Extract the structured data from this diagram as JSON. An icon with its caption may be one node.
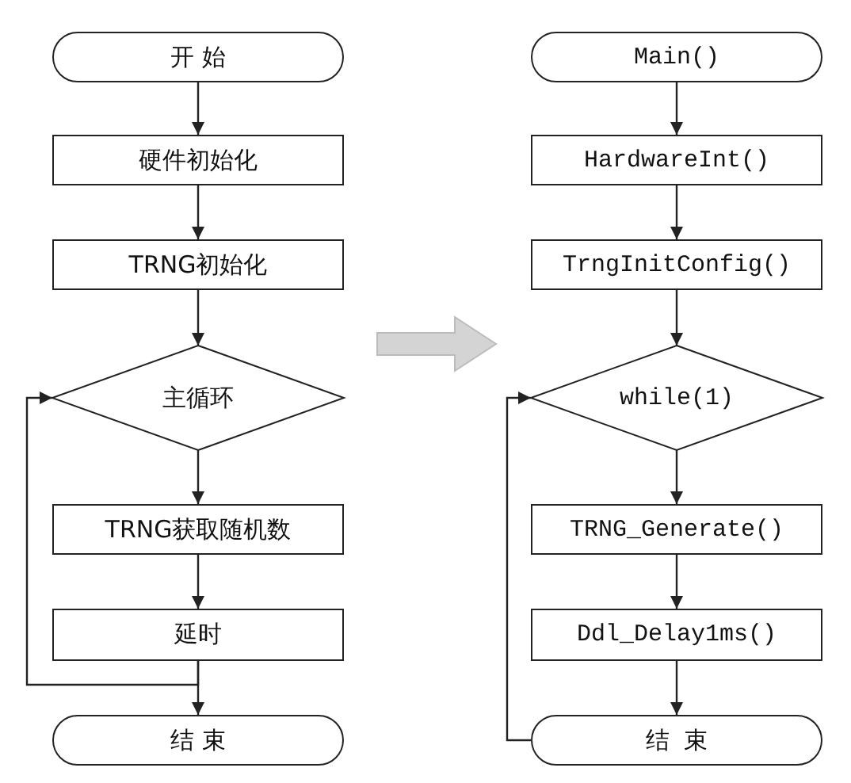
{
  "diagram": {
    "nodes": [
      {
        "text": [
          "开 始"
        ]
      },
      {
        "text": [
          "硬件初始化"
        ]
      },
      {
        "text": [
          "TRNG初始化"
        ]
      },
      {
        "text": [
          "主循环"
        ]
      },
      {
        "text": [
          "TRNG获取随机数"
        ]
      },
      {
        "text": [
          "延时"
        ]
      },
      {
        "text": [
          "结 束"
        ]
      },
      {
        "text": [
          "Main()"
        ]
      },
      {
        "text": [
          "HardwareInt()"
        ]
      },
      {
        "text": [
          "TrngInitConfig()"
        ]
      },
      {
        "text": [
          "while(1)"
        ]
      },
      {
        "text": [
          "TRNG_Generate()"
        ]
      },
      {
        "text": [
          "Ddl_Delay1ms()"
        ]
      },
      {
        "text": [
          "结 束"
        ]
      }
    ],
    "edges": [
      {
        "from": 0,
        "to": 1,
        "arrow": "to"
      },
      {
        "from": 1,
        "to": 2,
        "arrow": "to"
      },
      {
        "from": 2,
        "to": 3,
        "arrow": "to"
      },
      {
        "from": 3,
        "to": 4,
        "arrow": "to"
      },
      {
        "from": 4,
        "to": 5,
        "arrow": "to"
      },
      {
        "from": 5,
        "to": 6,
        "arrow": "to"
      },
      {
        "from": 5,
        "to": 3,
        "arrow": "to"
      },
      {
        "from": 7,
        "to": 8,
        "arrow": "to"
      },
      {
        "from": 8,
        "to": 9,
        "arrow": "to"
      },
      {
        "from": 9,
        "to": 10,
        "arrow": "to"
      },
      {
        "from": 10,
        "to": 11,
        "arrow": "to"
      },
      {
        "from": 11,
        "to": 12,
        "arrow": "to"
      },
      {
        "from": 12,
        "to": 13,
        "arrow": "to"
      },
      {
        "from": 13,
        "to": 10,
        "arrow": "to"
      }
    ]
  }
}
